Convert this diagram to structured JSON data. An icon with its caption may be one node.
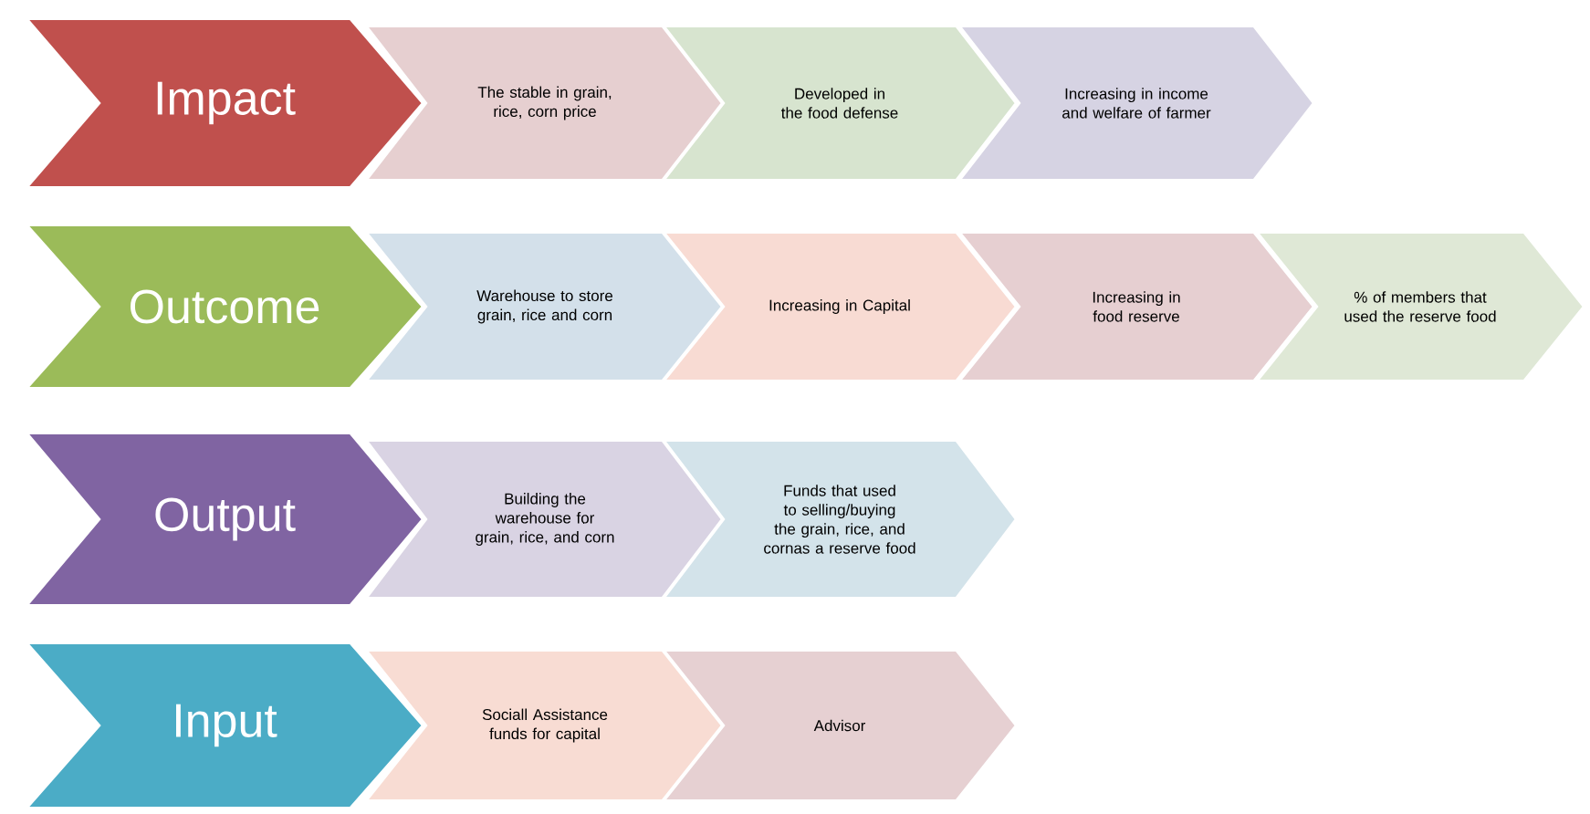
{
  "diagram": {
    "nodes": [
      {
        "text": [
          "Impact"
        ]
      },
      {
        "text": [
          "The stable in grain, rice, corn price"
        ]
      },
      {
        "text": [
          "Developed in the food defense"
        ]
      },
      {
        "text": [
          "Increasing in income and welfare of farmer"
        ]
      },
      {
        "text": [
          "Outcome"
        ]
      },
      {
        "text": [
          "Warehouse to store grain, rice and corn"
        ]
      },
      {
        "text": [
          "Increasing in Capital"
        ]
      },
      {
        "text": [
          "Increasing in food reserve"
        ]
      },
      {
        "text": [
          "% of members that used the reserve food"
        ]
      },
      {
        "text": [
          "Output"
        ]
      },
      {
        "text": [
          "Building the warehouse for grain, rice, and corn"
        ]
      },
      {
        "text": [
          "Funds that used to selling/buying the grain, rice, and cornas a reserve food"
        ]
      },
      {
        "text": [
          "Input"
        ]
      },
      {
        "text": [
          "Sociall Assistance funds for capital"
        ]
      },
      {
        "text": [
          "Advisor"
        ]
      }
    ]
  }
}
